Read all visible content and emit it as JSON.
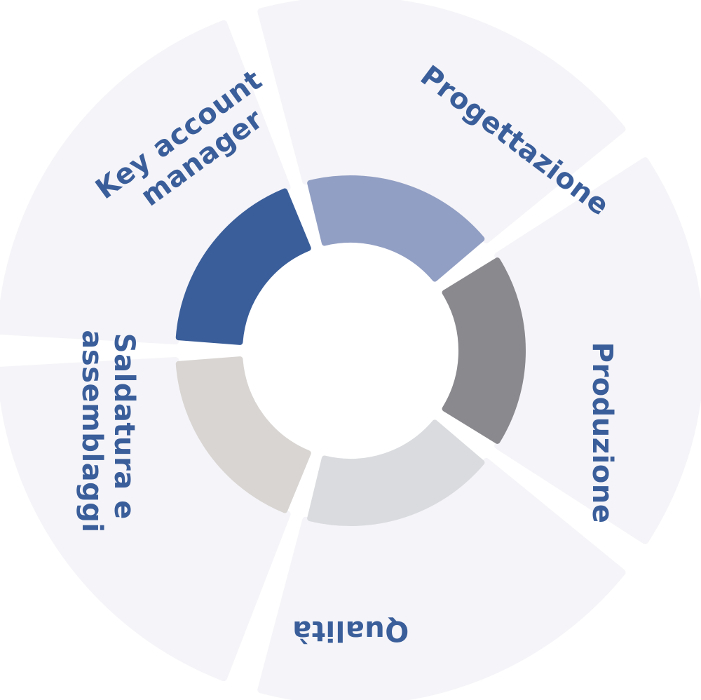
{
  "diagram": {
    "segments": [
      {
        "id": "key-account-manager",
        "lines": [
          "Key account",
          "manager"
        ],
        "ring_color": "#3a5e9a"
      },
      {
        "id": "progettazione",
        "lines": [
          "Progettazione"
        ],
        "ring_color": "#929fc4"
      },
      {
        "id": "produzione",
        "lines": [
          "Produzione"
        ],
        "ring_color": "#89898e"
      },
      {
        "id": "qualita",
        "lines": [
          "Qualità"
        ],
        "ring_color": "#d9dbde"
      },
      {
        "id": "saldatura-e-assemblaggi",
        "lines": [
          "Saldatura e",
          "assemblaggi"
        ],
        "ring_color": "#d8d5d2"
      }
    ],
    "outer_color": "#f5f4f8",
    "text_color": "#3a5e9a"
  }
}
